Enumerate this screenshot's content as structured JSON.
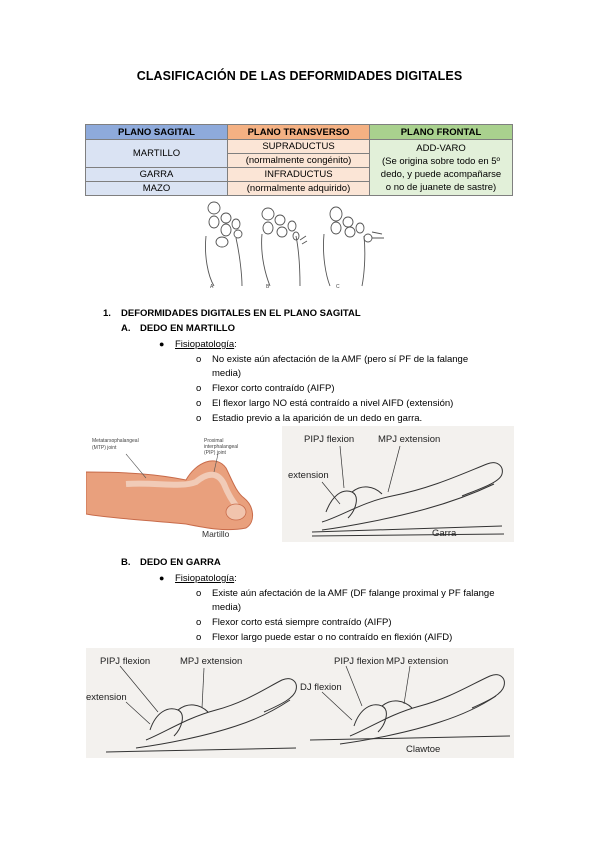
{
  "title": "CLASIFICACIÓN DE LAS DEFORMIDADES DIGITALES",
  "table": {
    "headers": [
      "PLANO SAGITAL",
      "PLANO TRANSVERSO",
      "PLANO FRONTAL"
    ],
    "sagital": [
      "MARTILLO",
      "GARRA",
      "MAZO"
    ],
    "transverso": [
      "SUPRADUCTUS",
      "(normalmente congénito)",
      "INFRADUCTUS",
      "(normalmente adquirido)"
    ],
    "frontal": [
      "ADD-VARO",
      "(Se origina sobre todo en 5º",
      "dedo, y puede acompañarse",
      "o no de juanete de sastre)"
    ]
  },
  "fig1": {
    "labels": [
      "A",
      "B",
      "C"
    ]
  },
  "section1": {
    "number": "1.",
    "heading": "DEFORMIDADES DIGITALES EN EL PLANO SAGITAL",
    "sub_a": {
      "letter": "A.",
      "heading": "DEDO EN MARTILLO"
    },
    "fisio_label": "Fisiopatología",
    "colon": ":",
    "items": [
      "No existe aún afectación de la AMF (pero sí PF de la falange",
      "media)",
      "Flexor corto contraído (AIFP)",
      "El flexor largo NO está contraído a nivel AIFD (extensión)",
      "Estadio previo a la aparición de un dedo en garra."
    ]
  },
  "fig2": {
    "left": {
      "mtp": [
        "Metatarsophalangeal",
        "(MTP) joint"
      ],
      "pip": [
        "Proximal",
        "interphalangeal",
        "(PIP) joint"
      ],
      "caption": "Martillo"
    },
    "right": {
      "pipj": "PIPJ flexion",
      "mpj": "MPJ extension",
      "ext": "extension",
      "caption": "Garra"
    }
  },
  "section_b": {
    "letter": "B.",
    "heading": "DEDO EN GARRA",
    "fisio_label": "Fisiopatología",
    "colon": ":",
    "items": [
      "Existe aún afectación de la AMF (DF falange proximal y PF falange",
      "media)",
      "Flexor corto está siempre contraído (AIFP)",
      "Flexor largo puede estar o no contraído en flexión (AIFD)"
    ]
  },
  "fig3": {
    "left": {
      "pipj": "PIPJ flexion",
      "mpj": "MPJ extension",
      "ext": "extension"
    },
    "right": {
      "pipj": "PIPJ flexion",
      "mpj": "MPJ extension",
      "dj": "DJ flexion",
      "caption": "Clawtoe"
    }
  }
}
